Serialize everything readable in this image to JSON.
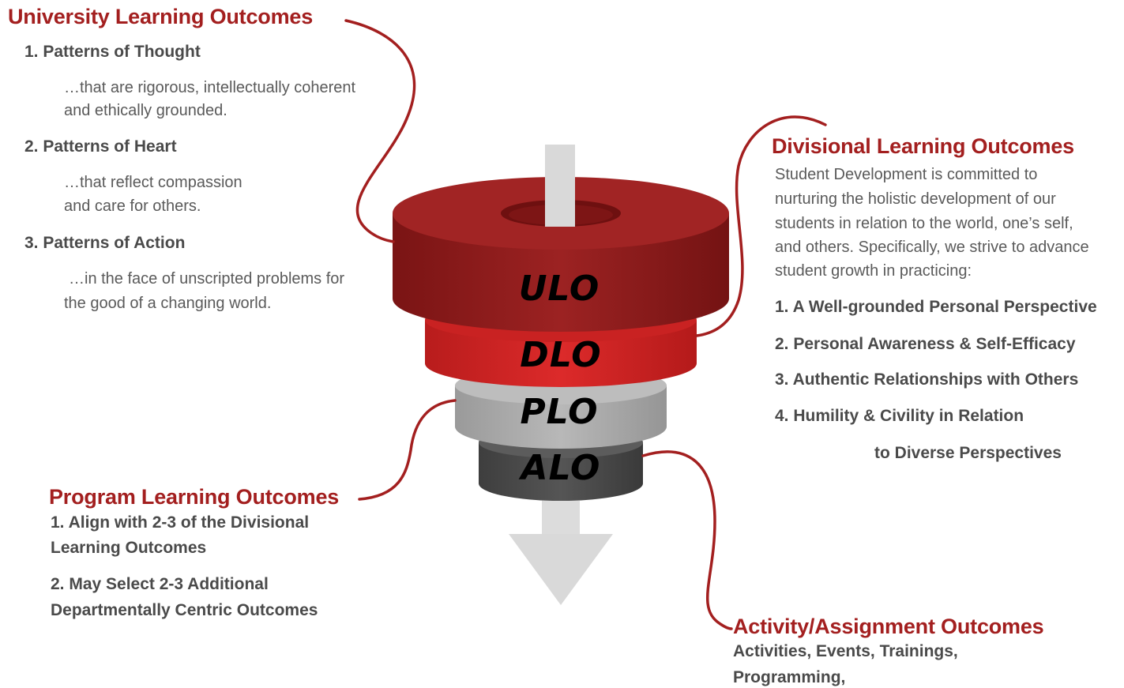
{
  "ulo": {
    "heading": "University Learning Outcomes",
    "items": [
      {
        "title": "1.  Patterns of Thought",
        "line1": "…that are rigorous, intellectually coherent",
        "line2": "and ethically grounded."
      },
      {
        "title": "2.  Patterns of Heart",
        "line1": "…that reflect compassion",
        "line2": "and care for others."
      },
      {
        "title": "3.  Patterns of Action",
        "line1": "…in the face of unscripted problems for",
        "line2": "the good of a changing world."
      }
    ]
  },
  "dlo": {
    "heading": "Divisional Learning Outcomes",
    "intro": [
      "Student Development is committed to",
      "nurturing the holistic development of our",
      "students in relation to the world, one’s self,",
      "and others.  Specifically, we strive to advance",
      "student growth in practicing:"
    ],
    "items": [
      "1. A Well-grounded Personal Perspective",
      "2. Personal Awareness & Self-Efficacy",
      "3. Authentic Relationships with Others",
      "4. Humility & Civility in Relation",
      "to Diverse Perspectives"
    ]
  },
  "plo": {
    "heading": "Program Learning Outcomes",
    "items": [
      "1. Align with 2-3 of the Divisional",
      "Learning Outcomes",
      "2. May Select 2-3 Additional",
      "Departmentally Centric Outcomes"
    ]
  },
  "alo": {
    "heading": "Activity/Assignment Outcomes",
    "lines": [
      "Activities, Events, Trainings,",
      "Programming,"
    ]
  },
  "funnel": {
    "labels": [
      "ULO",
      "DLO",
      "PLO",
      "ALO"
    ],
    "colors": {
      "ulo": "#8e1b1b",
      "dlo": "#d42424",
      "plo": "#a9a9a9",
      "alo": "#4a4a4a",
      "connector": "#a31f1f",
      "arrow": "#dcdcdc"
    }
  }
}
